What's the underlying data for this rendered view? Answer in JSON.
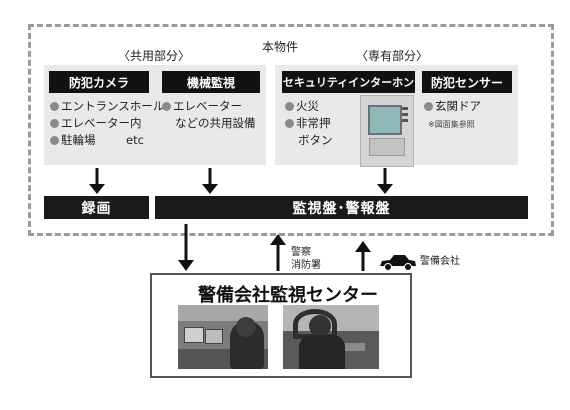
{
  "top_label": "本物件",
  "common_label": "〈共用部分〉",
  "private_label": "〈専有部分〉",
  "panels": {
    "crime_camera": {
      "title": "防犯カメラ",
      "items": [
        "エントランスホール",
        "エレベーター内",
        "駐輪場"
      ],
      "extra": "etc"
    },
    "mechanical": {
      "title": "機械監視",
      "items": [
        "エレベーター"
      ],
      "continuation": "などの共用設備"
    },
    "intercom": {
      "title": "セキュリティインターホン",
      "items": [
        "火災",
        "非常押"
      ],
      "continuation": "ボタン"
    },
    "crime_sensor": {
      "title": "防犯センサー",
      "items": [
        "玄関ドア"
      ],
      "note": "※図面集参照"
    }
  },
  "bars": {
    "recording": "録画",
    "monitor": "監視盤･警報盤"
  },
  "labels": {
    "police_fire_1": "警察",
    "police_fire_2": "消防署",
    "security_company": "警備会社"
  },
  "center": {
    "title": "警備会社監視センター"
  },
  "colors": {
    "bar": "#1a1a1a",
    "panel": "#e9e9e9",
    "dashed_border": "#9a9a9a"
  }
}
